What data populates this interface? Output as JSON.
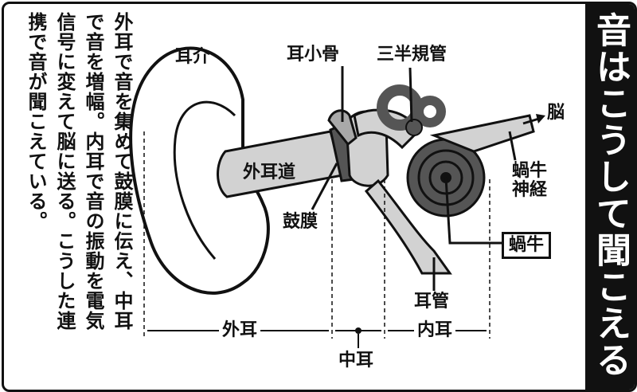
{
  "title": "音はこうして聞こえる",
  "description": [
    "外耳で音を集めて鼓膜に伝え、中耳",
    "で音を増幅。内耳で音の振動を電気",
    "信号に変えて脳に送る。こうした連",
    "携で音が聞こえている。"
  ],
  "labels": {
    "auricle": "耳介",
    "ossicles": "耳小骨",
    "semicircular": "三半規管",
    "brain": "脳",
    "ear_canal": "外耳道",
    "cochlear_nerve": "蝸牛神経",
    "eardrum": "鼓膜",
    "cochlea": "蝸牛",
    "eustachian": "耳管",
    "outer_ear": "外耳",
    "inner_ear": "内耳",
    "middle_ear": "中耳"
  },
  "colors": {
    "ink": "#111111",
    "light_gray": "#d2d2d2",
    "mid_gray": "#a9a9a9",
    "dark_gray": "#555555"
  }
}
